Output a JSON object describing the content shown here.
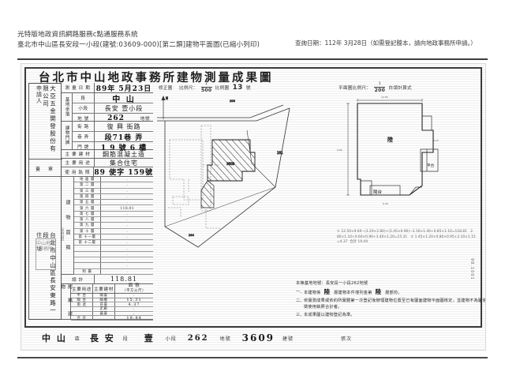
{
  "header": {
    "system_line1": "光特版地政資訊網路服務c點通服務系統",
    "system_line2": "臺北市中山區長安段一小段(建號:03609-000)[第二類]建物平面圖(已縮小列印)",
    "query_label": "查詢日期：112年 3月28日（如需登記謄本，請向地政事務所申請。）"
  },
  "document": {
    "title": "台北市中山地政事務所建物測量成果圖",
    "vertical_strip": {
      "applicant_label": "申請人",
      "applicant_text": "大亞五金開發股份有限公司",
      "seal_label": "蓋 章",
      "address_label": "住 址",
      "address_text": "台北市中山區長安東路一段",
      "seal_mark": "中山地政事務所"
    },
    "fields": [
      {
        "label": "測 量 日 期",
        "value": "89年 5月23日"
      },
      {
        "label": "段",
        "label2": "小段",
        "value": "中  山",
        "sub": "基地坐落",
        "row": "段"
      },
      {
        "label": "街 路",
        "value": "復 興 街路"
      },
      {
        "label": "地 號",
        "value": "262",
        "unit": "地號"
      },
      {
        "label": "巷 弄",
        "value": "段71巷  弄"
      },
      {
        "label": "門 牌",
        "value": "1 9 號 6 樓"
      },
      {
        "label": "主 要 建 材",
        "value": "鋼筋混凝土造"
      },
      {
        "label": "主 要 用 途",
        "value": "集合住宅"
      },
      {
        "label": "使 用 執 照",
        "value": "89 使字 159號"
      }
    ],
    "floor_section_label": "建 物 面 積",
    "floor_unit_label": "（平方公尺）",
    "floors": [
      {
        "name": "地 面 層",
        "area": "."
      },
      {
        "name": "第 二 層",
        "area": "."
      },
      {
        "name": "第 三 層",
        "area": "."
      },
      {
        "name": "第 四 層",
        "area": "."
      },
      {
        "name": "第 五 層",
        "area": "."
      },
      {
        "name": "第 六 層",
        "area": "118.81"
      },
      {
        "name": "第 七 層",
        "area": "."
      },
      {
        "name": "第 八 層",
        "area": "."
      },
      {
        "name": "第 九 層",
        "area": "."
      },
      {
        "name": "第 十 層",
        "area": "."
      },
      {
        "name": "第 十一層",
        "area": "."
      },
      {
        "name": "第 十二層",
        "area": "."
      },
      {
        "name": "",
        "area": "."
      },
      {
        "name": "",
        "area": "."
      },
      {
        "name": "",
        "area": "."
      },
      {
        "name": "",
        "area": "."
      },
      {
        "name": "附 屬",
        "area": "."
      }
    ],
    "total_label": "總      計",
    "total_value": "118.81",
    "附屬建物": {
      "col1": "主要用途",
      "col2": "主要建材",
      "col3": "面      積",
      "col3b": "（平方公尺）",
      "left_label": "附 屬 建 物",
      "rows": [
        {
          "use": "平 台",
          "mat": "陽臺",
          "area": "."
        },
        {
          "use": "陽 台",
          "mat": "騎樓",
          "area": "15.31"
        },
        {
          "use": "雨 遮",
          "mat": "花臺",
          "area": "4.37"
        },
        {
          "use": "",
          "mat": "走廊",
          "area": "."
        },
        {
          "use": "",
          "mat": "露臺",
          "area": "."
        },
        {
          "use": "合 計",
          "mat": "",
          "area": "19.44"
        }
      ]
    },
    "center_panel": {
      "revision_label": "修正圖",
      "scale_prefix": "比例尺：",
      "scale_num": "1",
      "scale_den": "500",
      "scale_suffix": "比例圖",
      "sheet_no": "13",
      "sheet_unit": "號",
      "north_mark": "N",
      "parcel_label_1": "262",
      "parcel_label_2": "261",
      "parcel_label_3": "264"
    },
    "right_panel": {
      "scale_prefix": "平面圖比例尺：",
      "scale_num": "1",
      "scale_den": "200",
      "scale_suffix": "白領計算式",
      "room_label_main": "陸",
      "room_label_balcony": "陽台",
      "room_label_small": "平台"
    },
    "notes": {
      "heading": "本棟基地地號：長安段一小段262地號",
      "items": [
        {
          "n": "一、",
          "text_a": "本建物係",
          "blank": "陸",
          "text_b": "層建物本件僅列金第",
          "blank2": "陸",
          "text_c": "層部份。"
        },
        {
          "n": "二、",
          "text": "依實測成果或依約所實體第一次登記後辦理建物位置至已有圖面建物平面圖核定，並建物不為屬信徵使用執照合計者。"
        },
        {
          "n": "三、",
          "text": "本成果圖以建物登記為準。"
        }
      ]
    },
    "footer": {
      "district": "中 山",
      "district_unit": "區",
      "section": "長 安",
      "section_unit": "段",
      "subsection": "壹",
      "subsection_unit": "小段",
      "parcel": "262",
      "parcel_unit": "地號",
      "building_no": "3609",
      "building_unit": "建號",
      "sheets": "張次"
    },
    "side_code": "98.1001"
  }
}
